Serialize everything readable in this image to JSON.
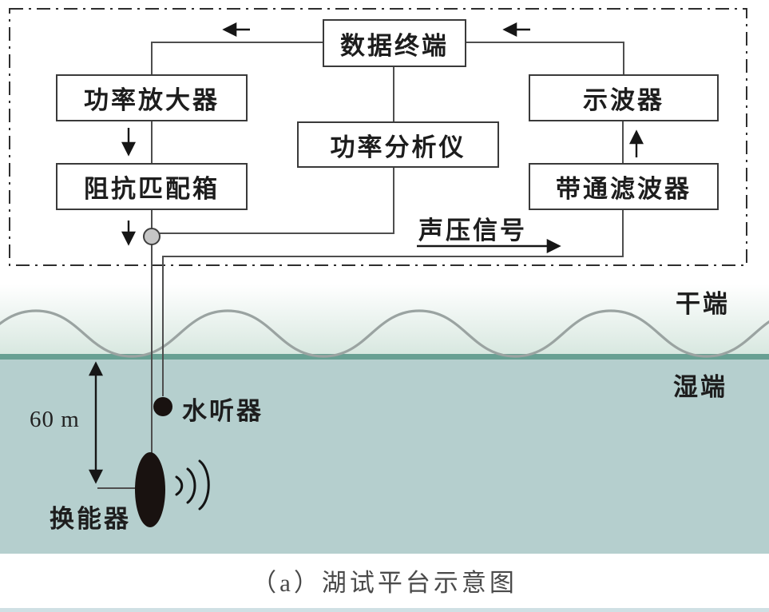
{
  "figure": {
    "caption": "（a）湖试平台示意图",
    "boxes": [
      {
        "label": "功率放大器"
      },
      {
        "label": "阻抗匹配箱"
      },
      {
        "label": "数据终端"
      },
      {
        "label": "功率分析仪"
      },
      {
        "label": "示波器"
      },
      {
        "label": "带通滤波器"
      }
    ],
    "labels": {
      "sound_pressure_signal": "声压信号",
      "dry_end": "干端",
      "wet_end": "湿端",
      "depth": "60 m",
      "hydrophone": "水听器",
      "transducer": "换能器"
    },
    "colors": {
      "water": "#b5cfce",
      "waterline": "#68a093",
      "wave": "#9aa3a1",
      "ink": "#191210",
      "line": "#4e4e4e",
      "arrow": "#161616",
      "border": "#2e2e2e",
      "bottom_strip": "#cfe0e4"
    }
  }
}
